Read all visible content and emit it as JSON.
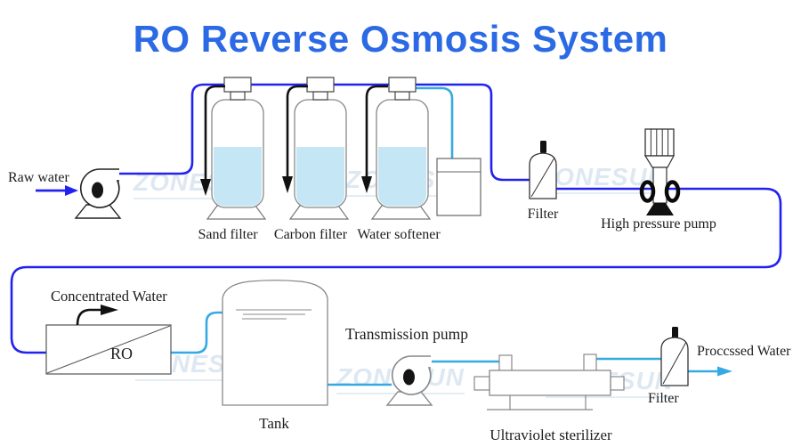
{
  "title": "RO Reverse Osmosis System",
  "watermark": "ZONESUN",
  "labels": {
    "raw_water": "Raw water",
    "sand_filter": "Sand filter",
    "carbon_filter": "Carbon filter",
    "water_softener": "Water softener",
    "filter_1": "Filter",
    "high_pressure_pump": "High pressure pump",
    "concentrated_water": "Concentrated Water",
    "ro": "RO",
    "tank": "Tank",
    "transmission_pump": "Transmission pump",
    "ultraviolet_sterilizer": "Ultraviolet sterilizer",
    "filter_2": "Filter",
    "processed_water": "Proccssed Water"
  },
  "colors": {
    "title_blue": "#2b6ae4",
    "pipe_blue": "#2222f0",
    "pipe_cyan": "#35a9e4",
    "tank_liquid": "#c5e6f5",
    "watermark": "#dde8f2"
  }
}
